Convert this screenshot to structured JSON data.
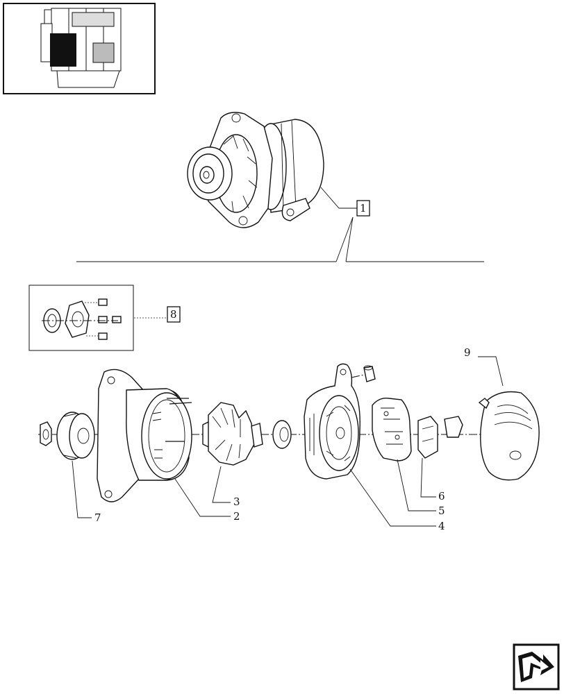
{
  "callouts": {
    "c1": "1",
    "c2": "2",
    "c3": "3",
    "c4": "4",
    "c5": "5",
    "c6": "6",
    "c7": "7",
    "c8": "8",
    "c9": "9"
  },
  "icons": {
    "thumbnail": "engine-location-thumbnail",
    "nav": "next-page-arrow-icon"
  }
}
